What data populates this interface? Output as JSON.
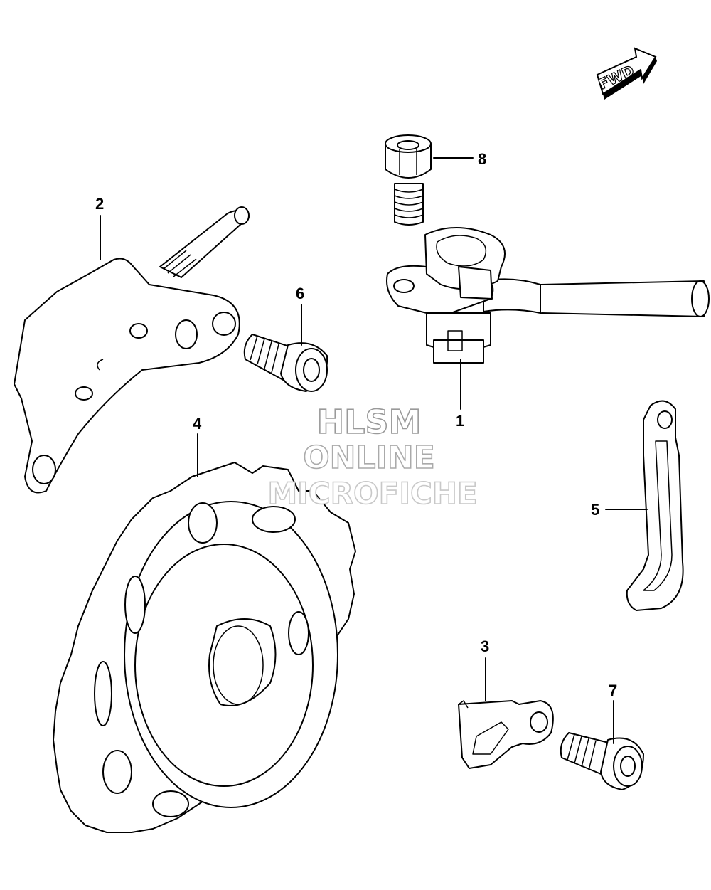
{
  "diagram": {
    "fwd_label": "FWD",
    "callouts": [
      {
        "id": "1",
        "label": "1"
      },
      {
        "id": "2",
        "label": "2"
      },
      {
        "id": "3",
        "label": "3"
      },
      {
        "id": "4",
        "label": "4"
      },
      {
        "id": "5",
        "label": "5"
      },
      {
        "id": "6",
        "label": "6"
      },
      {
        "id": "7",
        "label": "7"
      },
      {
        "id": "8",
        "label": "8"
      }
    ]
  },
  "watermark": {
    "line1": "HLSM",
    "line2": "ONLINE",
    "line3": "MICROFICHE"
  }
}
